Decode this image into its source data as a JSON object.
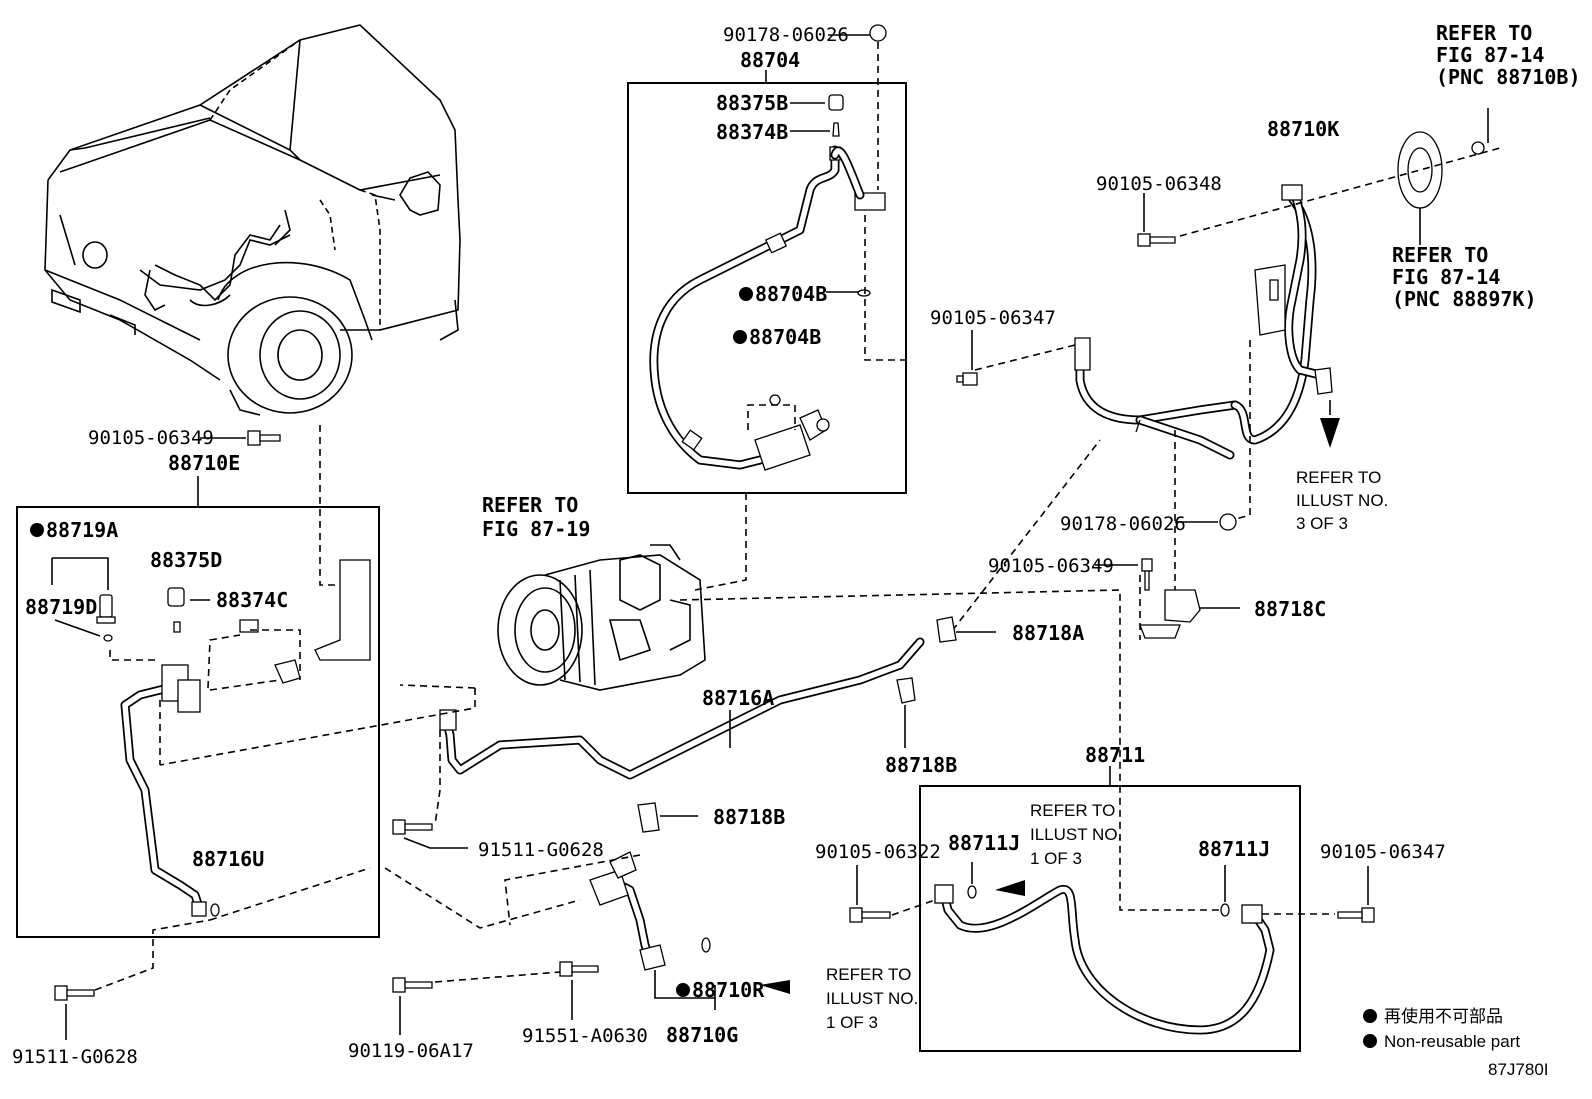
{
  "diagram_id": "87J780I",
  "legend": {
    "jp": "再使用不可部品",
    "en": "Non-reusable part"
  },
  "refs": {
    "fig_87_14_top_line1": "REFER TO",
    "fig_87_14_top_line2": "FIG 87-14",
    "fig_87_14_top_line3": "(PNC 88710B)",
    "fig_87_14_mid_line1": "REFER TO",
    "fig_87_14_mid_line2": "FIG 87-14",
    "fig_87_14_mid_line3": "(PNC 88897K)",
    "fig_87_19_line1": "REFER TO",
    "fig_87_19_line2": "FIG 87-19",
    "illust3_line1": "REFER TO",
    "illust3_line2": "ILLUST NO.",
    "illust3_line3": "3 OF 3",
    "illust1a_line1": "REFER TO",
    "illust1a_line2": "ILLUST NO.",
    "illust1a_line3": "1 OF 3",
    "illust1b_line1": "REFER TO",
    "illust1b_line2": "ILLUST NO.",
    "illust1b_line3": "1 OF 3"
  },
  "parts": {
    "p90178_06026_top": "90178-06026",
    "p88704": "88704",
    "p88375B": "88375B",
    "p88374B": "88374B",
    "p88704B_a": "88704B",
    "p88704B_b": "88704B",
    "p90105_06347_mid": "90105-06347",
    "p88710K": "88710K",
    "p90105_06348": "90105-06348",
    "p90178_06026_right": "90178-06026",
    "p90105_06349_right": "90105-06349",
    "p88718C": "88718C",
    "p88718A": "88718A",
    "p88718B_a": "88718B",
    "p88716A": "88716A",
    "p88718B_b": "88718B",
    "p88711": "88711",
    "p88711J_a": "88711J",
    "p88711J_b": "88711J",
    "p90105_06322": "90105-06322",
    "p90105_06347_right": "90105-06347",
    "p90105_06349_left": "90105-06349",
    "p88710E": "88710E",
    "p88719A": "88719A",
    "p88375D": "88375D",
    "p88719D": "88719D",
    "p88374C": "88374C",
    "p88716U": "88716U",
    "p91511_G0628_a": "91511-G0628",
    "p91511_G0628_b": "91511-G0628",
    "p90119_06A17": "90119-06A17",
    "p91551_A0630": "91551-A0630",
    "p88710R": "88710R",
    "p88710G": "88710G"
  }
}
